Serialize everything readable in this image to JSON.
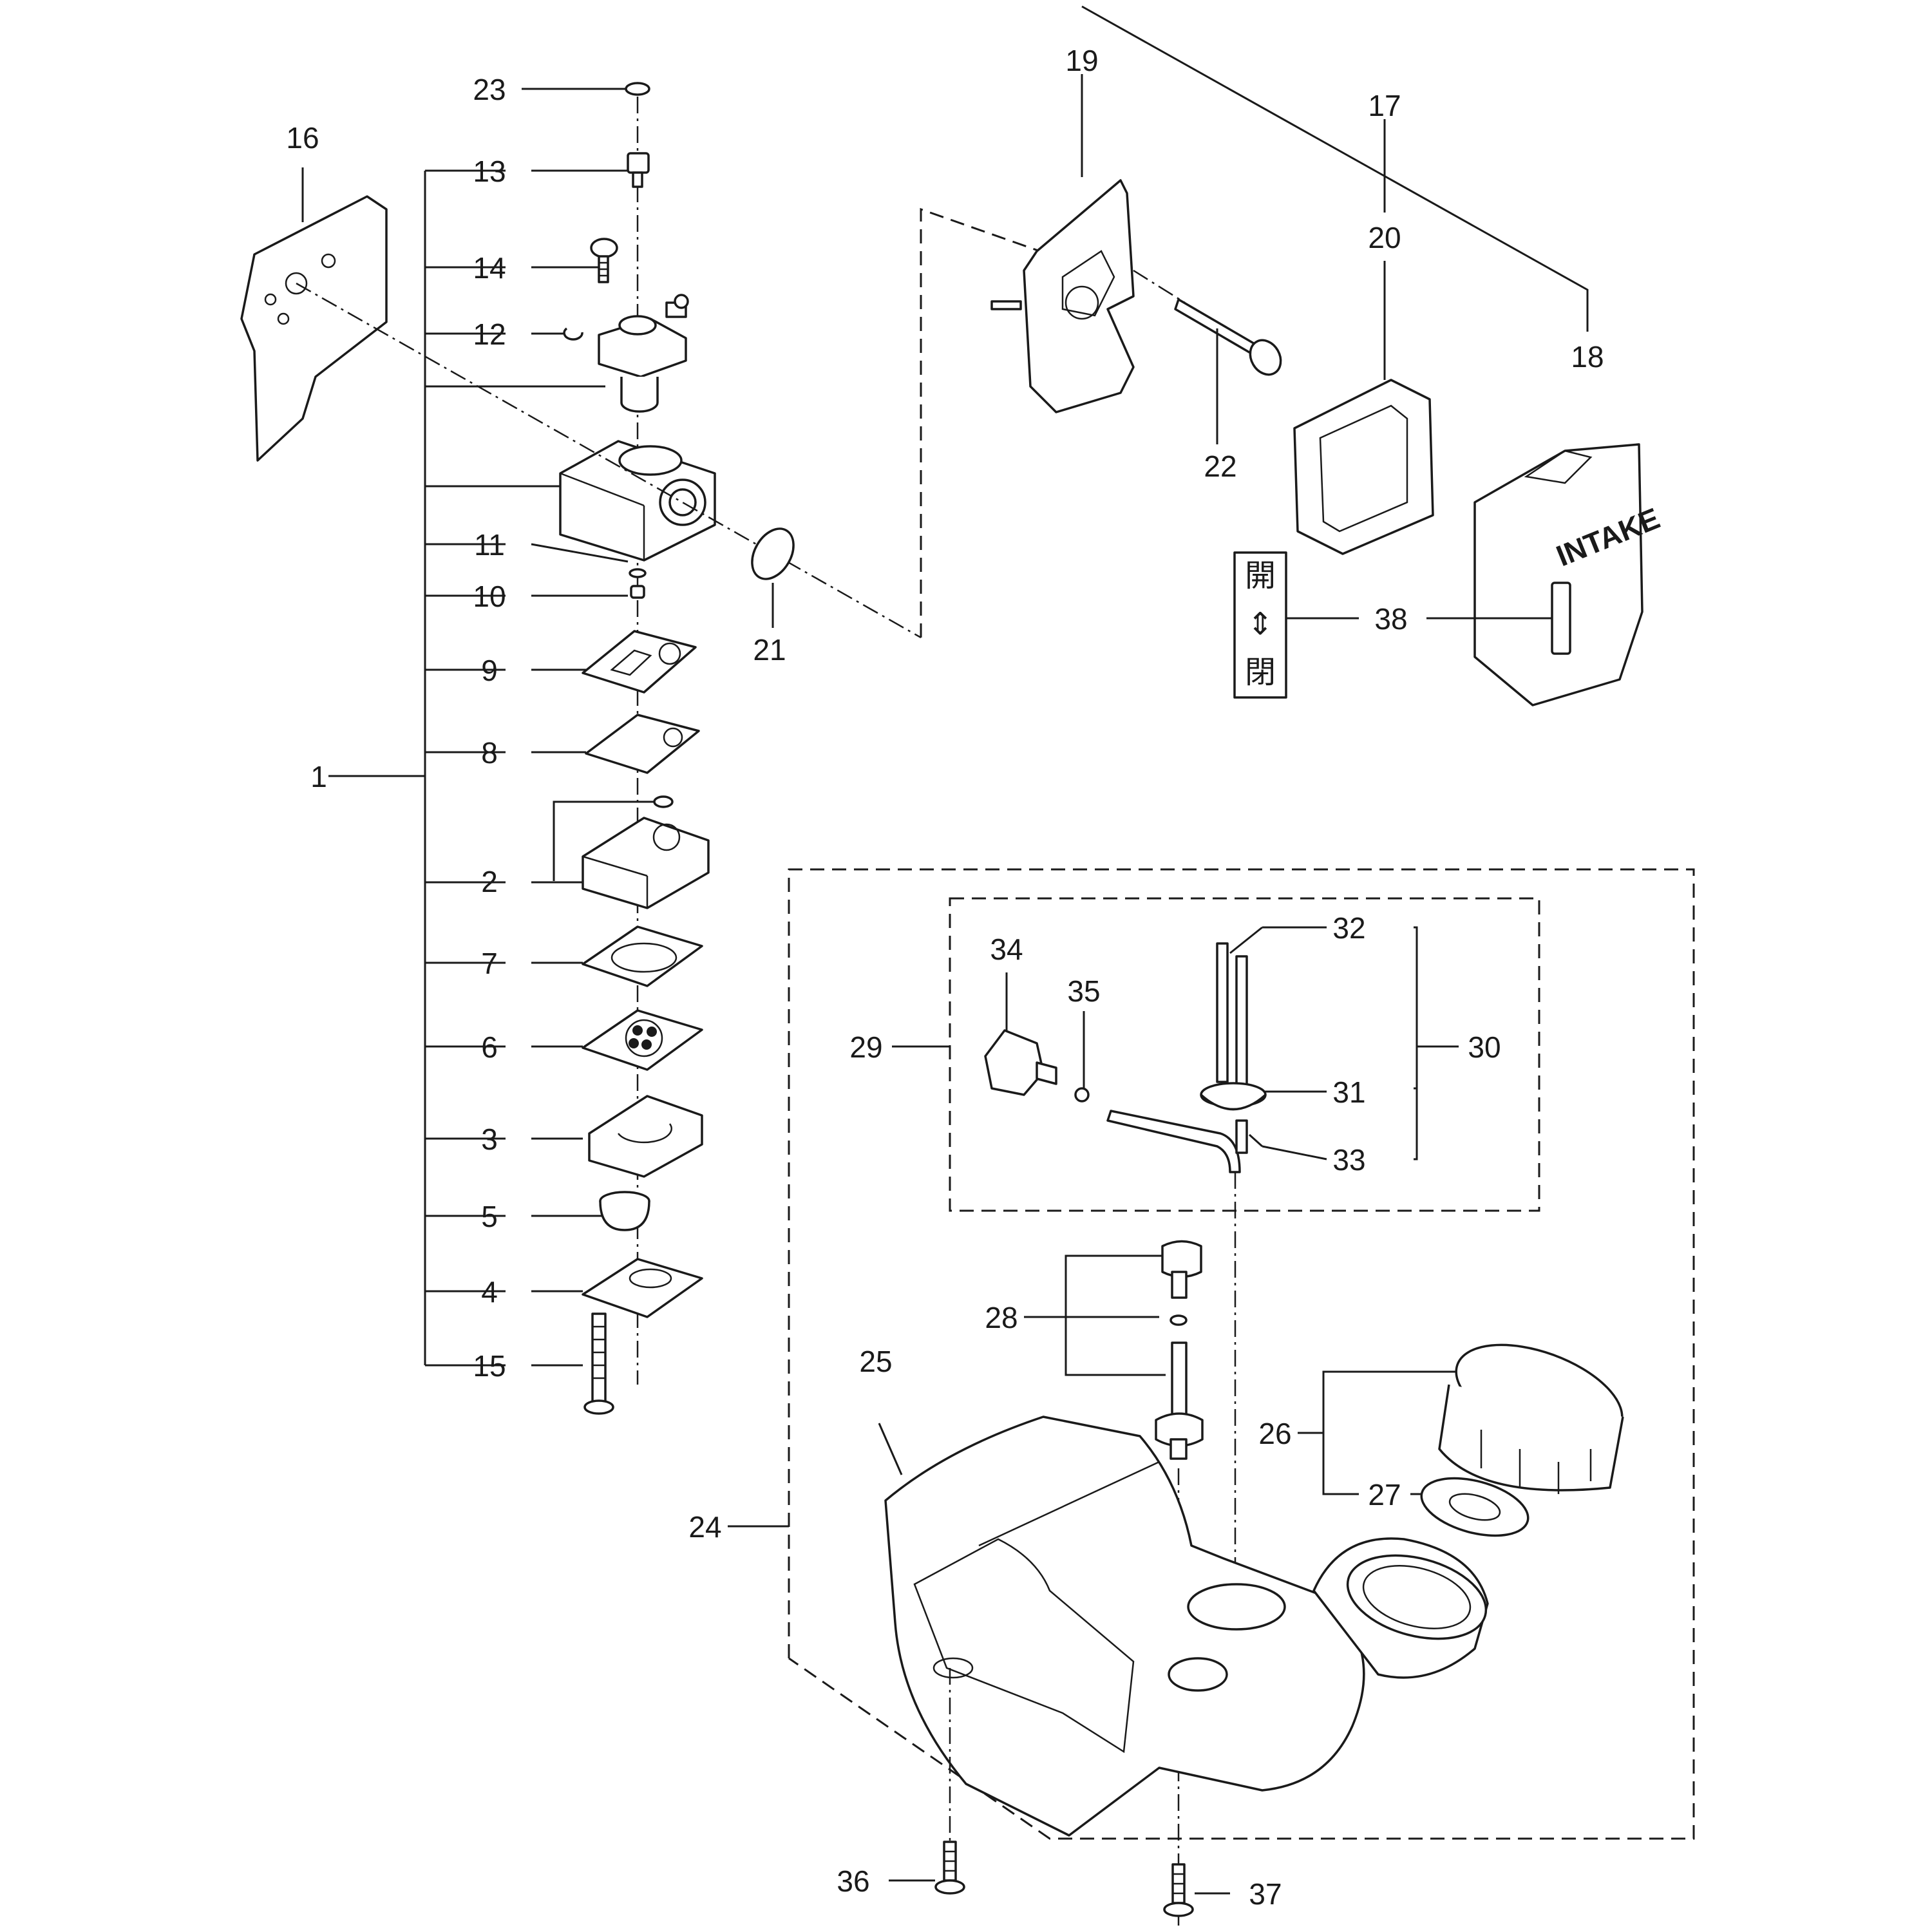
{
  "callouts": {
    "c1": "1",
    "c2": "2",
    "c3": "3",
    "c4": "4",
    "c5": "5",
    "c6": "6",
    "c7": "7",
    "c8": "8",
    "c9": "9",
    "c10": "10",
    "c11": "11",
    "c12": "12",
    "c13": "13",
    "c14": "14",
    "c15": "15",
    "c16": "16",
    "c17": "17",
    "c18": "18",
    "c19": "19",
    "c20": "20",
    "c21": "21",
    "c22": "22",
    "c23": "23",
    "c24": "24",
    "c25": "25",
    "c26": "26",
    "c27": "27",
    "c28": "28",
    "c29": "29",
    "c30": "30",
    "c31": "31",
    "c32": "32",
    "c33": "33",
    "c34": "34",
    "c35": "35",
    "c36": "36",
    "c37": "37",
    "c38": "38"
  },
  "air_cover_text": "INTAKE",
  "choke_label": {
    "open": "開",
    "arrow": "⇕",
    "close": "閉"
  }
}
